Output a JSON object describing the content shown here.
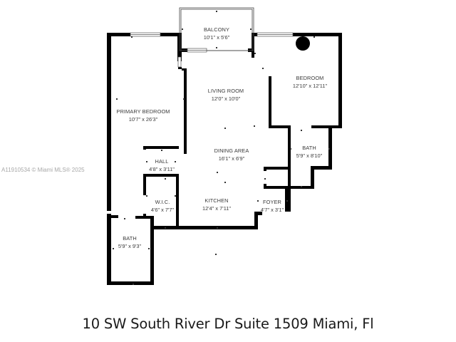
{
  "watermark": "A11910534 © Miami MLS® 2025",
  "address": "10 SW South River Dr Suite 1509 Miami, Fl",
  "colors": {
    "wall": "#000000",
    "text": "#3a3a3a",
    "watermark": "#a8a8a8",
    "background": "#ffffff"
  },
  "rooms": {
    "balcony": {
      "name": "BALCONY",
      "dim": "10'1\" x 5'6\""
    },
    "living_room": {
      "name": "LIVING ROOM",
      "dim": "12'0\" x 10'0\""
    },
    "bedroom": {
      "name": "BEDROOM",
      "dim": "12'10\" x 12'11\""
    },
    "primary_bedroom": {
      "name": "PRIMARY BEDROOM",
      "dim": "10'7\" x 26'3\""
    },
    "dining_area": {
      "name": "DINING AREA",
      "dim": "16'1\" x 6'9\""
    },
    "bath_2": {
      "name": "BATH",
      "dim": "5'9\" x 8'10\""
    },
    "hall": {
      "name": "HALL",
      "dim": "4'8\" x 3'11\""
    },
    "wic": {
      "name": "W.I.C.",
      "dim": "4'6\" x 7'7\""
    },
    "kitchen": {
      "name": "KITCHEN",
      "dim": "12'4\" x 7'11\""
    },
    "foyer": {
      "name": "FOYER",
      "dim": "4'7\" x 3'1\""
    },
    "bath_1": {
      "name": "BATH",
      "dim": "5'9\" x 9'3\""
    }
  }
}
